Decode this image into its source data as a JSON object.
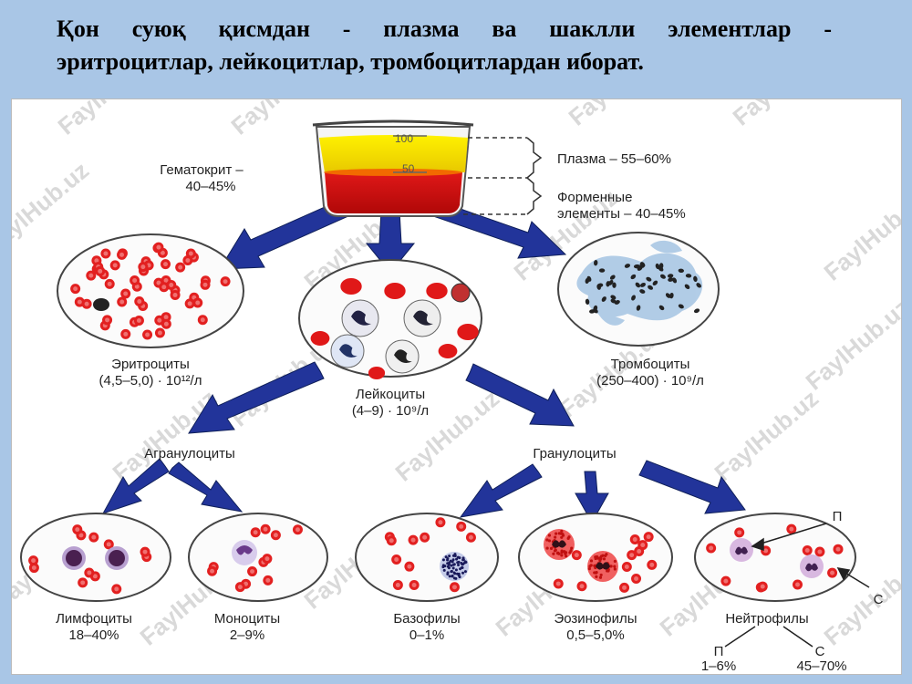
{
  "title": {
    "line1": "Қон суюқ қисмдан - плазма ва шаклли элементлар -",
    "line2": "эритроцитлар, лейкоцитлар, тромбоцитлардан иборат."
  },
  "beaker": {
    "mark_100": "100",
    "mark_50": "50"
  },
  "labels": {
    "hematocrit_1": "Гематокрит –",
    "hematocrit_2": "40–45%",
    "plasma": "Плазма – 55–60%",
    "formed_1": "Форменные",
    "formed_2": "элементы – 40–45%",
    "erythro_1": "Эритроциты",
    "erythro_2": "(4,5–5,0) · 10¹²/л",
    "leuko_1": "Лейкоциты",
    "leuko_2": "(4–9) · 10⁹/л",
    "thrombo_1": "Тромбоциты",
    "thrombo_2": "(250–400) · 10⁹/л",
    "agranulo": "Агранулоциты",
    "granulo": "Гранулоциты",
    "lympho_1": "Лимфоциты",
    "lympho_2": "18–40%",
    "mono_1": "Моноциты",
    "mono_2": "2–9%",
    "baso_1": "Базофилы",
    "baso_2": "0–1%",
    "eosino_1": "Эозинофилы",
    "eosino_2": "0,5–5,0%",
    "neutro": "Нейтрофилы",
    "p": "П",
    "s": "С",
    "p_val": "1–6%",
    "s_val": "45–70%"
  },
  "watermark": "FaylHub.uz",
  "colors": {
    "background": "#a9c6e6",
    "arrow": "#22349a",
    "rbc": "#e02020",
    "plasma": "#f0e000",
    "blood": "#d41010"
  }
}
